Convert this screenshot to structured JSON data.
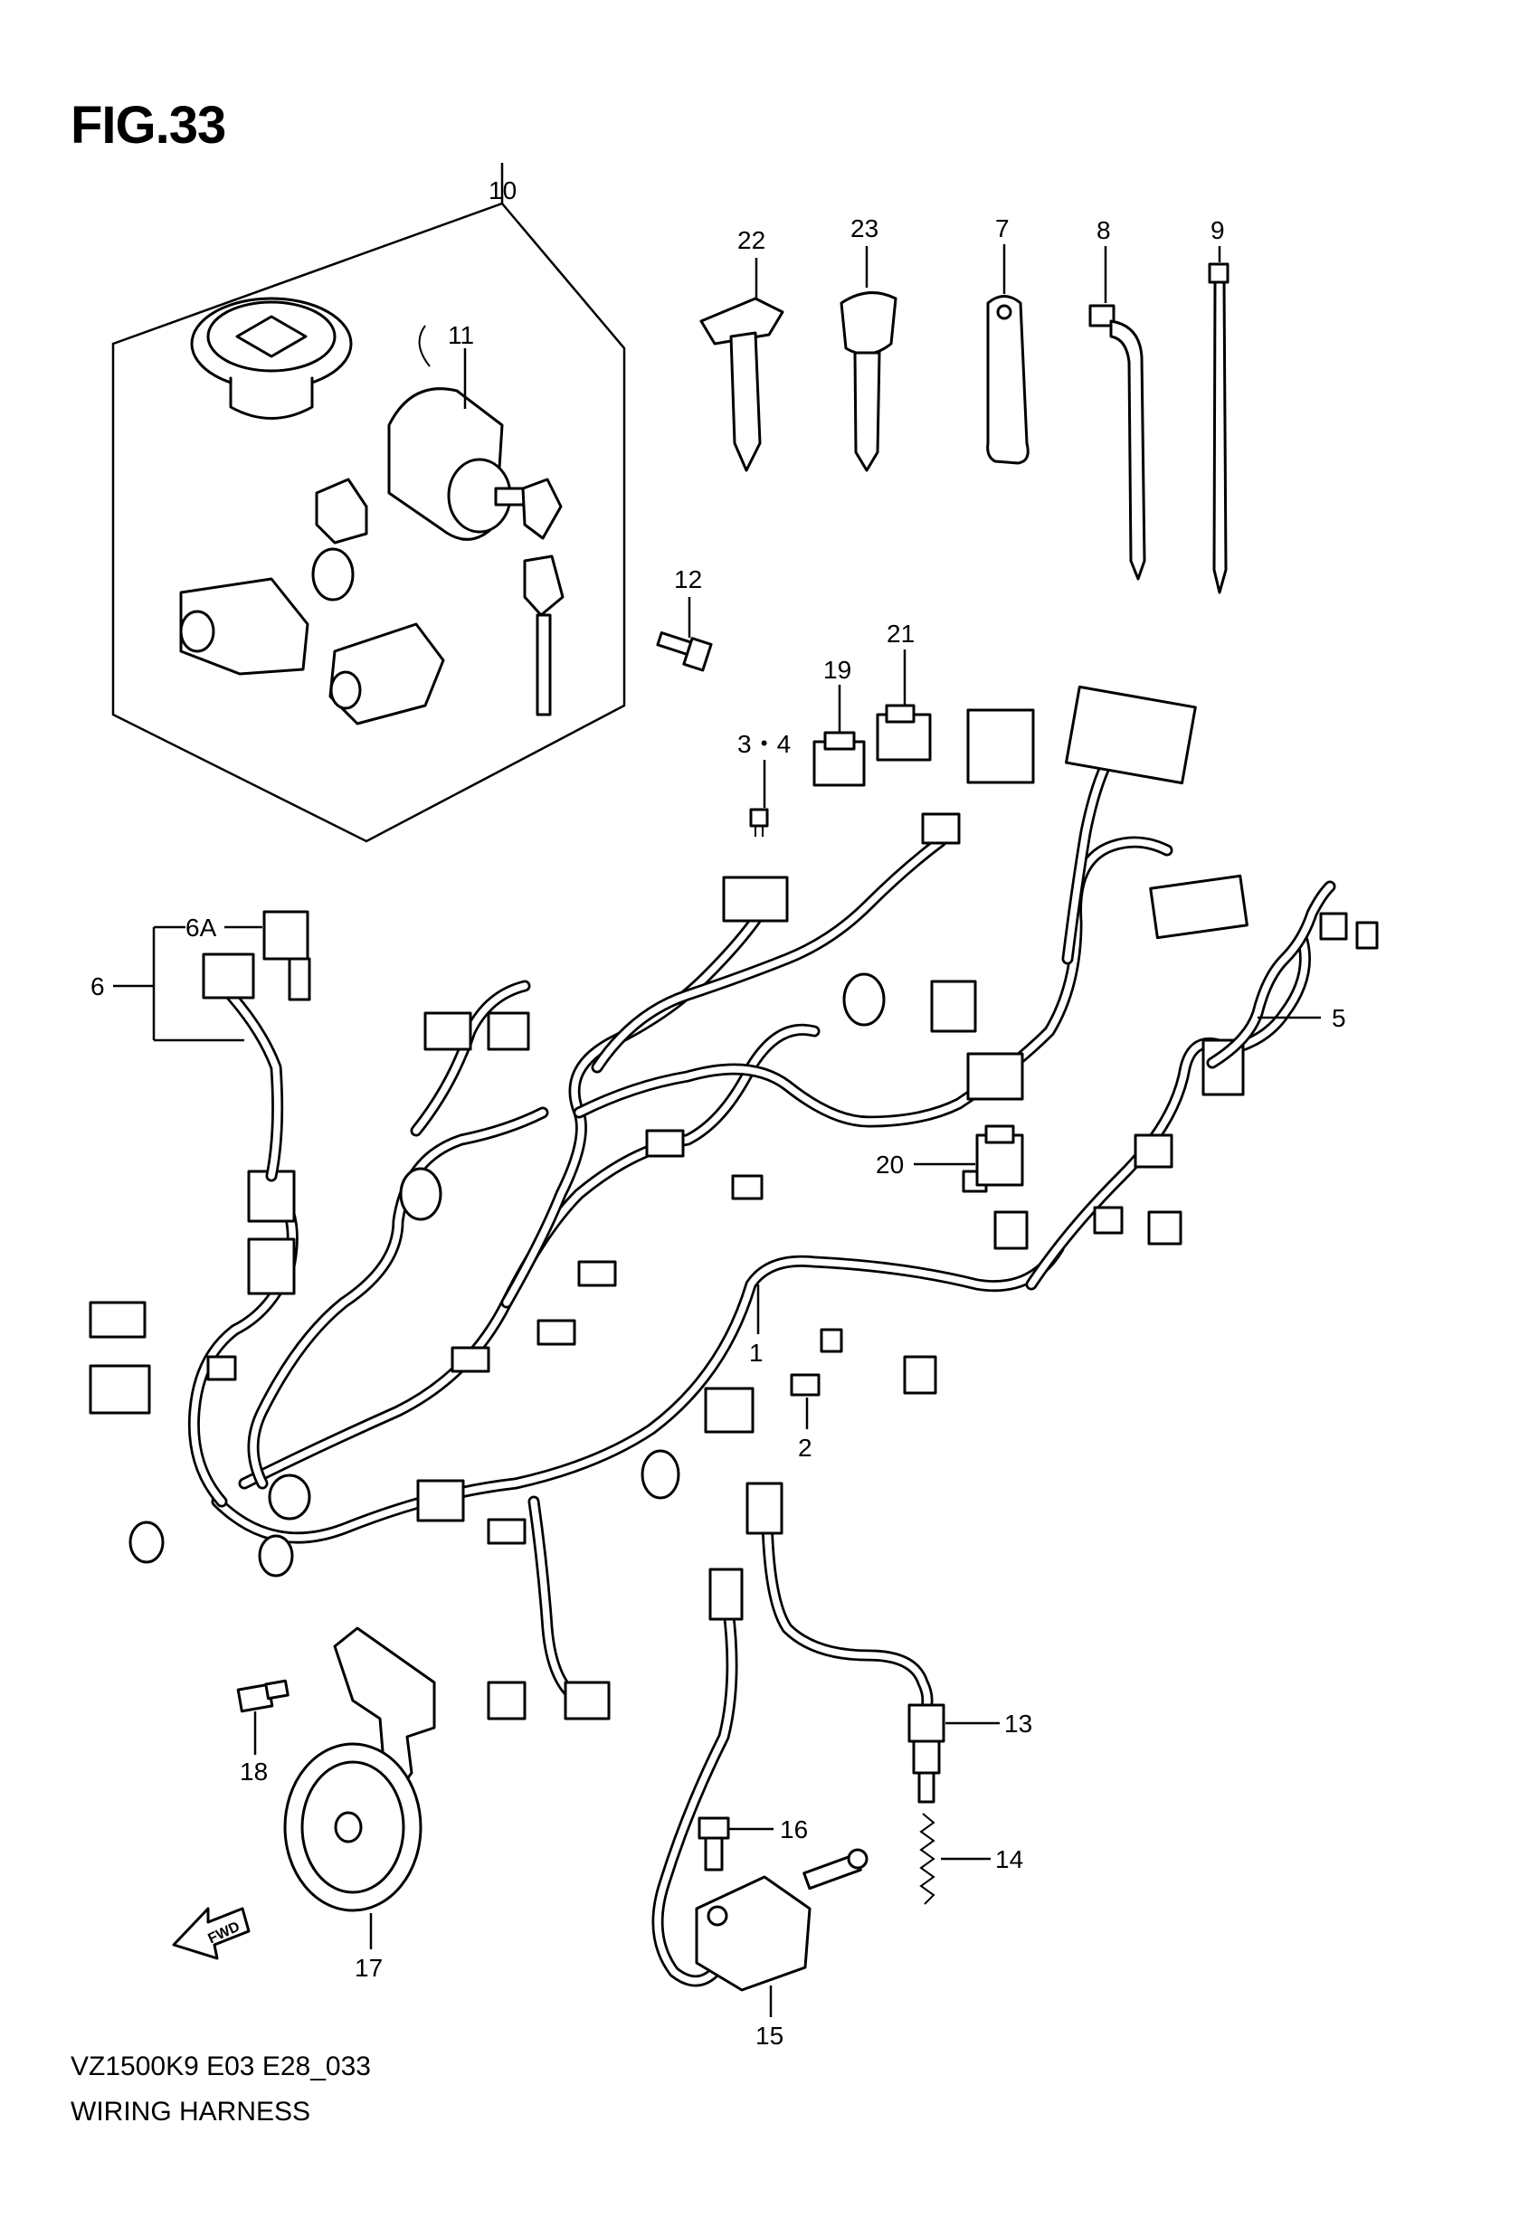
{
  "figure": {
    "title": "FIG.33",
    "model_code": "VZ1500K9 E03 E28_033",
    "name": "WIRING HARNESS",
    "fwd_label": "FWD"
  },
  "callouts": {
    "p1": "1",
    "p2": "2",
    "p3_4": "3・4",
    "p5": "5",
    "p6": "6",
    "p6a": "6A",
    "p7": "7",
    "p8": "8",
    "p9": "9",
    "p10": "10",
    "p11": "11",
    "p12": "12",
    "p13": "13",
    "p14": "14",
    "p15": "15",
    "p16": "16",
    "p17": "17",
    "p18": "18",
    "p19": "19",
    "p20": "20",
    "p21": "21",
    "p22": "22",
    "p23": "23"
  }
}
